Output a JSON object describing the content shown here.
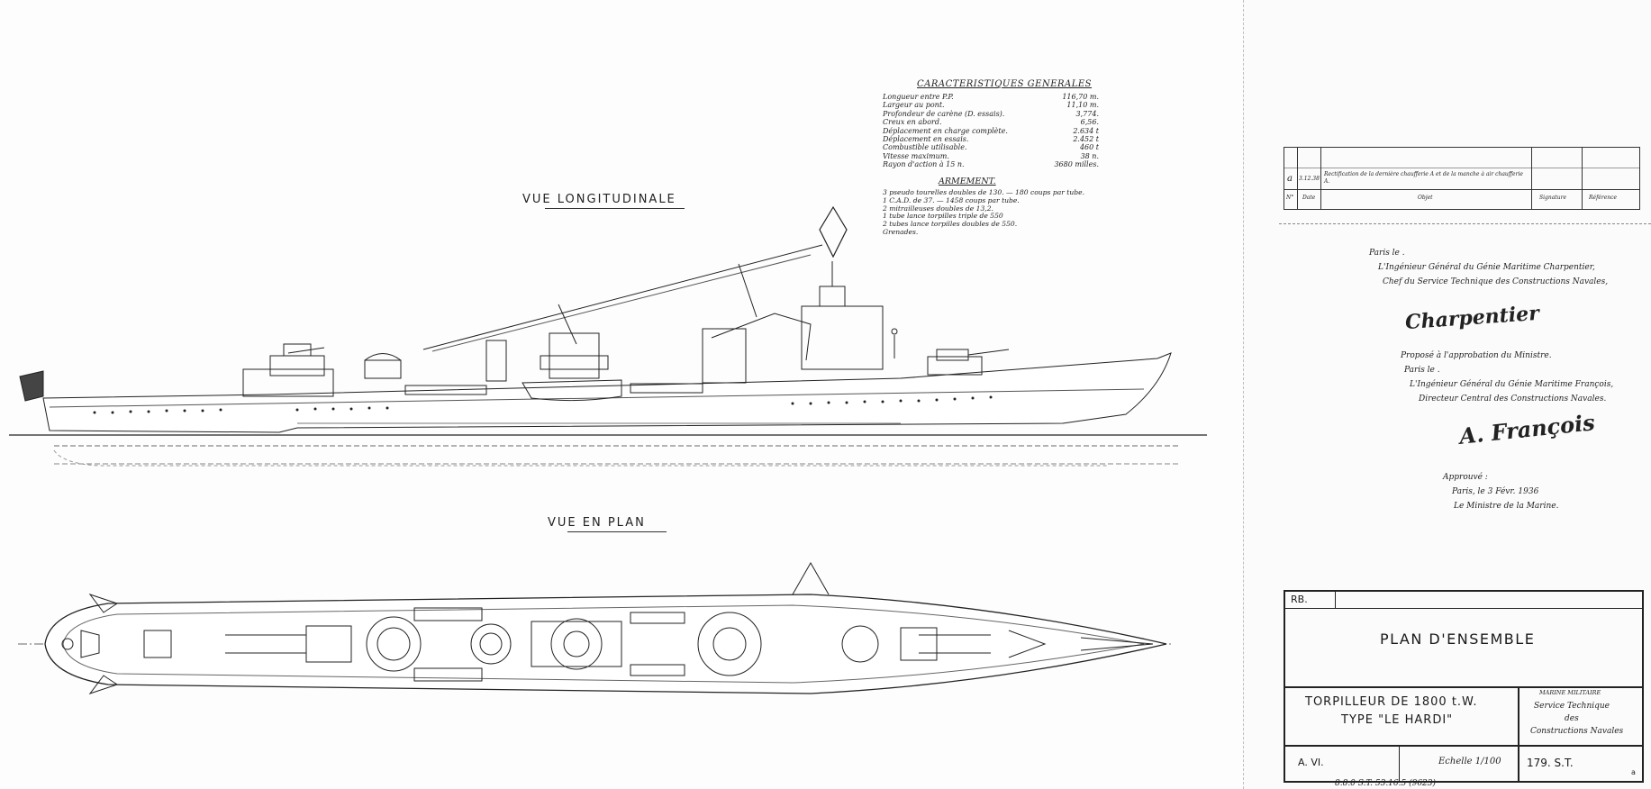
{
  "views": {
    "longitudinal_title": "VUE LONGITUDINALE",
    "plan_title": "VUE EN PLAN"
  },
  "characteristics": {
    "title": "CARACTERISTIQUES GENERALES",
    "rows": [
      {
        "label": "Longueur entre P.P.",
        "value": "116,70 m."
      },
      {
        "label": "Largeur au pont.",
        "value": "11,10 m."
      },
      {
        "label": "Profondeur de carène (D. essais).",
        "value": "3,774."
      },
      {
        "label": "Creux en abord.",
        "value": "6,56."
      },
      {
        "label": "Déplacement en charge complète.",
        "value": "2.634 t"
      },
      {
        "label": "Déplacement en essais.",
        "value": "2.452 t"
      },
      {
        "label": "Combustible utilisable.",
        "value": "460 t"
      },
      {
        "label": "Vitesse maximum.",
        "value": "38 n."
      },
      {
        "label": "Rayon d'action à 15 n.",
        "value": "3680 milles."
      }
    ]
  },
  "armament": {
    "title": "ARMEMENT.",
    "rows": [
      "3 pseudo tourelles doubles de 130. — 180 coups par tube.",
      "1 C.A.D. de 37. — 1458 coups par tube.",
      "2 mitrailleuses doubles de 13,2.",
      "1 tube lance torpilles triple de 550",
      "2 tubes lance torpilles doubles de 550.",
      "Grenades."
    ]
  },
  "revisions": {
    "row_letter": "a",
    "row_date": "3.12.38",
    "row_text": "Rectification de la dernière chaufferie A et de la manche à air chaufferie A.",
    "header_no": "N°",
    "header_date": "Date",
    "header_object": "Objet",
    "header_signature": "Signature",
    "header_reference": "Référence"
  },
  "signatures": {
    "block1": [
      "Paris le .",
      "L'Ingénieur Général du Génie Maritime Charpentier,",
      "Chef du Service Technique des Constructions Navales,"
    ],
    "signature1": "Charpentier",
    "block2": [
      "Proposé à l'approbation du Ministre.",
      "Paris le .",
      "L'Ingénieur Général du Génie Maritime François,",
      "Directeur Central des Constructions Navales."
    ],
    "signature2": "A. François",
    "block3": [
      "Approuvé :",
      "Paris, le 3 Févr. 1936",
      "Le Ministre de la Marine."
    ]
  },
  "title_block": {
    "ref": "RB.",
    "plan_title": "PLAN D'ENSEMBLE",
    "ship_line1": "TORPILLEUR DE 1800 t.W.",
    "ship_line2": "TYPE \"LE HARDI\"",
    "org_line1": "MARINE MILITAIRE",
    "org_line2": "Service Technique",
    "org_line3": "des",
    "org_line4": "Constructions Navales",
    "sheet_code": "A. VI.",
    "scale_label": "Echelle 1/100",
    "drawing_number": "179. S.T.",
    "archive_stamp": "8.8.0 S.T. 53.16.5 (9623)",
    "corner_letter": "a"
  },
  "colors": {
    "ink": "#1a1a1a",
    "paper": "#ffffff"
  }
}
